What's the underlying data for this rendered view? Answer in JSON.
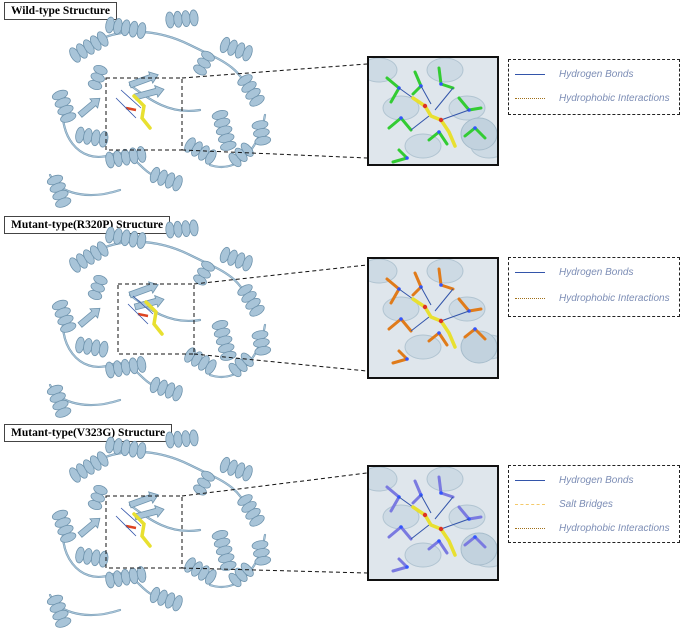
{
  "colors": {
    "protein": "#a8c4d8",
    "protein_dark": "#6e93ad",
    "ligand": "#e8e030",
    "hbond": "#3355aa",
    "hydrophobic": "#a0701a",
    "salt_bridge": "#f4c96a",
    "legend_text": "#7c8db5"
  },
  "panels": [
    {
      "title": "Wild-type Structure",
      "residue_color": "#33cc33",
      "legend": [
        {
          "label": "Hydrogen Bonds",
          "style": "hbond"
        },
        {
          "label": "Hydrophobic Interactions",
          "style": "hydrophobic"
        }
      ]
    },
    {
      "title": "Mutant-type(R320P) Structure",
      "residue_color": "#e07b1a",
      "legend": [
        {
          "label": "Hydrogen Bonds",
          "style": "hbond"
        },
        {
          "label": "Hydrophobic Interactions",
          "style": "hydrophobic"
        }
      ]
    },
    {
      "title": "Mutant-type(V323G) Structure",
      "residue_color": "#7a7ae0",
      "legend": [
        {
          "label": "Hydrogen Bonds",
          "style": "hbond"
        },
        {
          "label": "Salt Bridges",
          "style": "salt"
        },
        {
          "label": "Hydrophobic Interactions",
          "style": "hydrophobic"
        }
      ]
    }
  ]
}
